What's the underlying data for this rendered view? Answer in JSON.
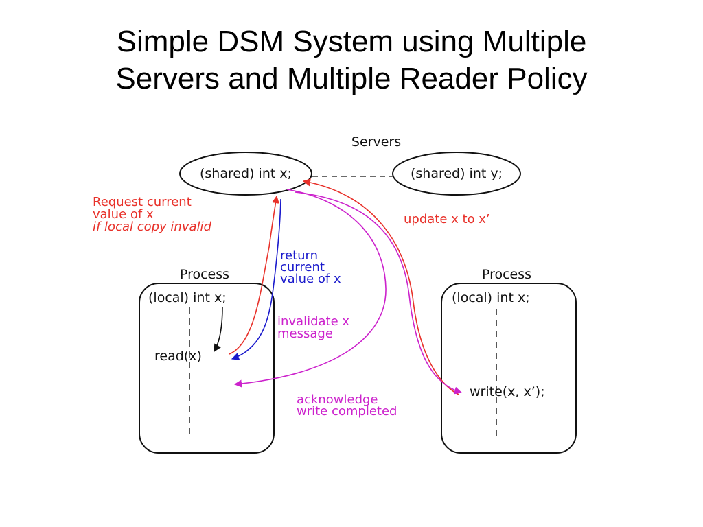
{
  "slide": {
    "title_line1": "Simple DSM System using Multiple",
    "title_line2": "Servers and Multiple Reader Policy"
  },
  "diagram": {
    "servers_label": "Servers",
    "server_x": "(shared) int x;",
    "server_y": "(shared) int y;",
    "process_left": {
      "label": "Process",
      "local": "(local) int x;",
      "op": "read(x)"
    },
    "process_right": {
      "label": "Process",
      "local": "(local) int x;",
      "op": "write(x, x’);"
    },
    "messages": {
      "request_line1": "Request current",
      "request_line2": "value of x",
      "request_line3": "if local copy invalid",
      "return_line1": "return",
      "return_line2": "current",
      "return_line3": "value of x",
      "invalidate_line1": "invalidate x",
      "invalidate_line2": "message",
      "update": "update x to x’",
      "ack_line1": "acknowledge",
      "ack_line2": "write completed"
    },
    "colors": {
      "request": "#e8312a",
      "return": "#1a1acc",
      "invalidate": "#cc22cc",
      "update": "#e8312a",
      "acknowledge": "#cc22cc"
    }
  }
}
